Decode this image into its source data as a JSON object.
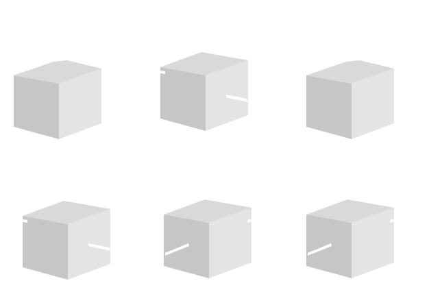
{
  "colors": {
    "background": "#ffffff",
    "top_face": "#d9d9d9",
    "left_face": "#c6c6c6",
    "right_face": "#e4e4e4",
    "slit": "#ffffff"
  },
  "cubes": [
    {
      "name": "cube-1",
      "top_corner": "beveled",
      "slits": []
    },
    {
      "name": "cube-2",
      "top_corner": "sharp",
      "slits": [
        "left-face-top-edge",
        "right-face-horizontal"
      ]
    },
    {
      "name": "cube-3",
      "top_corner": "beveled",
      "slits": []
    },
    {
      "name": "cube-4",
      "top_corner": "sharp",
      "slits": [
        "left-face-top-edge",
        "right-face-horizontal"
      ]
    },
    {
      "name": "cube-5",
      "top_corner": "sharp",
      "slits": [
        "left-face-diagonal",
        "right-face-top-edge"
      ]
    },
    {
      "name": "cube-6",
      "top_corner": "sharp",
      "slits": [
        "left-face-diagonal",
        "right-face-top-edge"
      ]
    }
  ]
}
